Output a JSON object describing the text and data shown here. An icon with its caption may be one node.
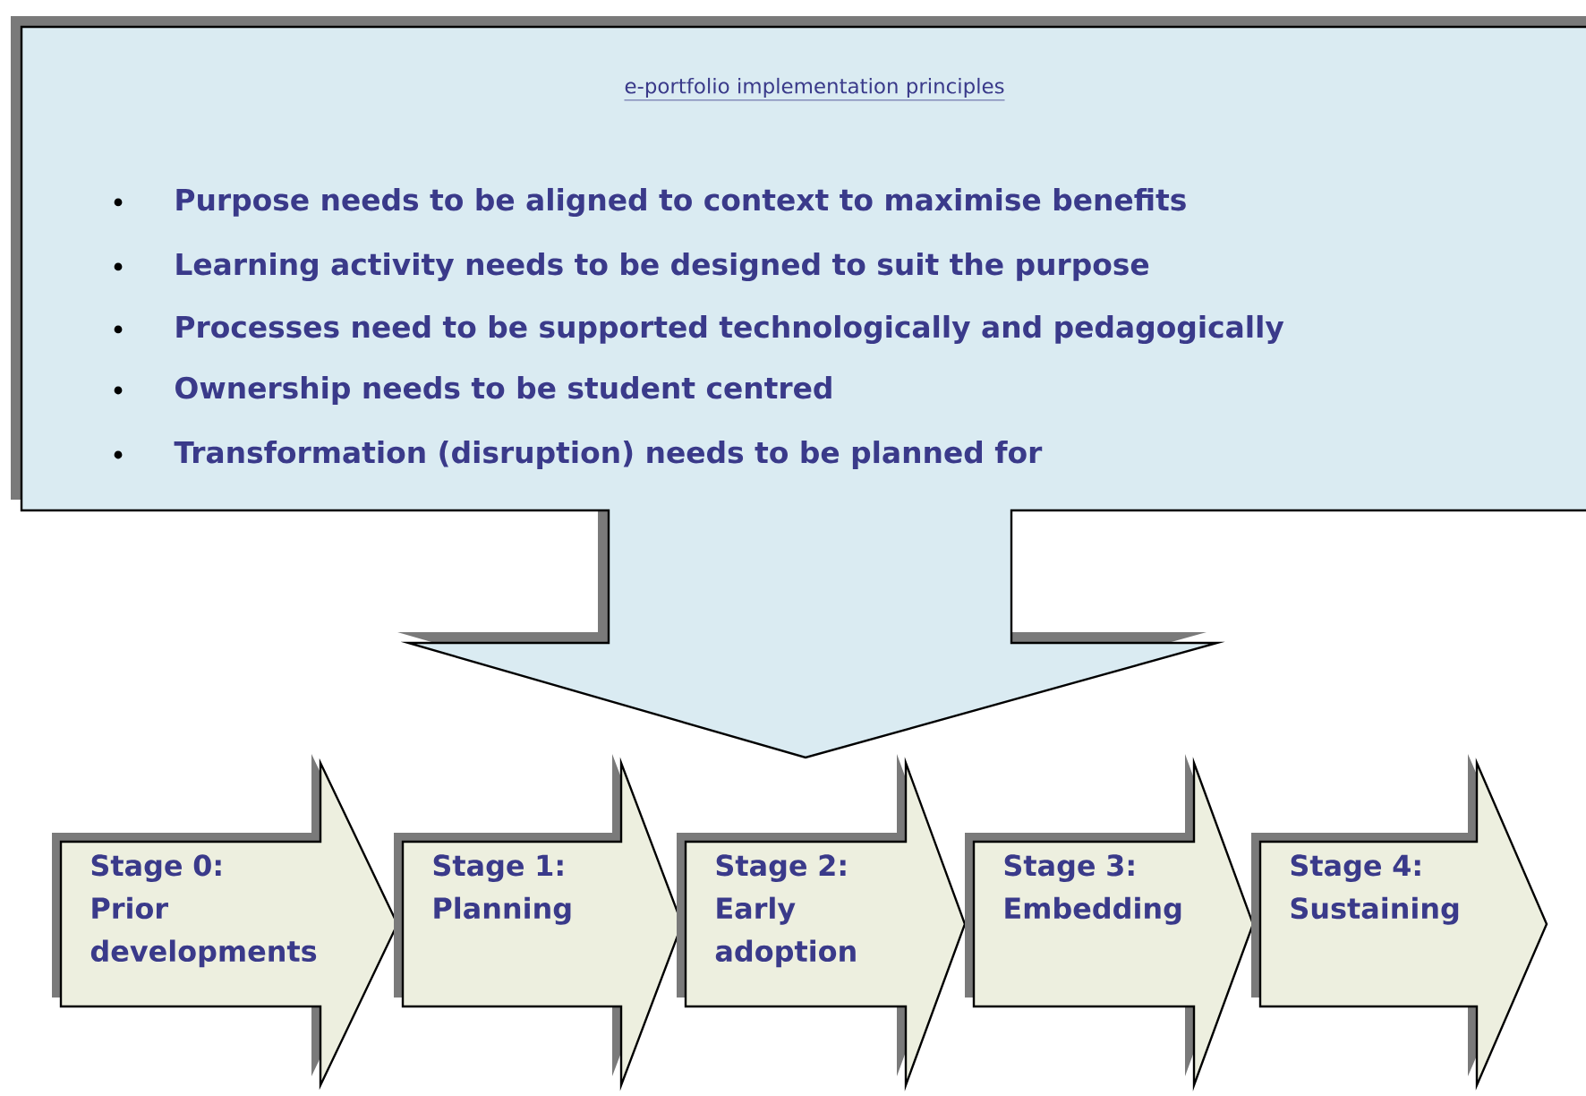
{
  "diagram": {
    "nodes": [
      {
        "text": [
          "e-portfolio implementation principles",
          "Purpose needs to be aligned to context to maximise benefits",
          "Learning activity needs to be designed to suit the purpose",
          "Processes need to be supported technologically and pedagogically",
          "Ownership needs to be student centred",
          "Transformation (disruption) needs to be planned for"
        ]
      },
      {
        "text": [
          "Stage 0:",
          "Prior developments"
        ]
      },
      {
        "text": [
          "Stage 1:",
          "Planning"
        ]
      },
      {
        "text": [
          "Stage 2:",
          "Early adoption"
        ]
      },
      {
        "text": [
          "Stage 3:",
          "Embedding"
        ]
      },
      {
        "text": [
          "Stage 4:",
          "Sustaining"
        ]
      }
    ],
    "edges": []
  }
}
